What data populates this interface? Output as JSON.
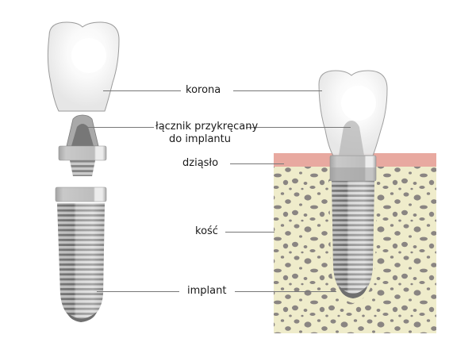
{
  "diagram": {
    "type": "dental-implant-anatomy",
    "language": "pl",
    "labels": {
      "crown": "korona",
      "abutment_line1": "łącznik przykręcany",
      "abutment_line2": "do implantu",
      "gum": "dziąsło",
      "bone": "kość",
      "implant": "implant"
    },
    "colors": {
      "background": "#ffffff",
      "crown_fill": "#f4f4f4",
      "crown_outline": "#9a9a9a",
      "gum": "#e8a9a0",
      "bone": "#efeccb",
      "bone_pores": "#8a8582",
      "metal_light": "#d6d6d6",
      "metal_mid": "#a9a9a9",
      "metal_dark": "#6e6e6e",
      "leader_line": "#777777",
      "text": "#1a1a1a"
    },
    "left_panel": {
      "title": "exploded view",
      "parts": [
        "crown",
        "abutment",
        "implant screw"
      ]
    },
    "right_panel": {
      "title": "assembled in jaw",
      "parts": [
        "crown",
        "abutment",
        "gum",
        "bone",
        "implant"
      ]
    }
  }
}
